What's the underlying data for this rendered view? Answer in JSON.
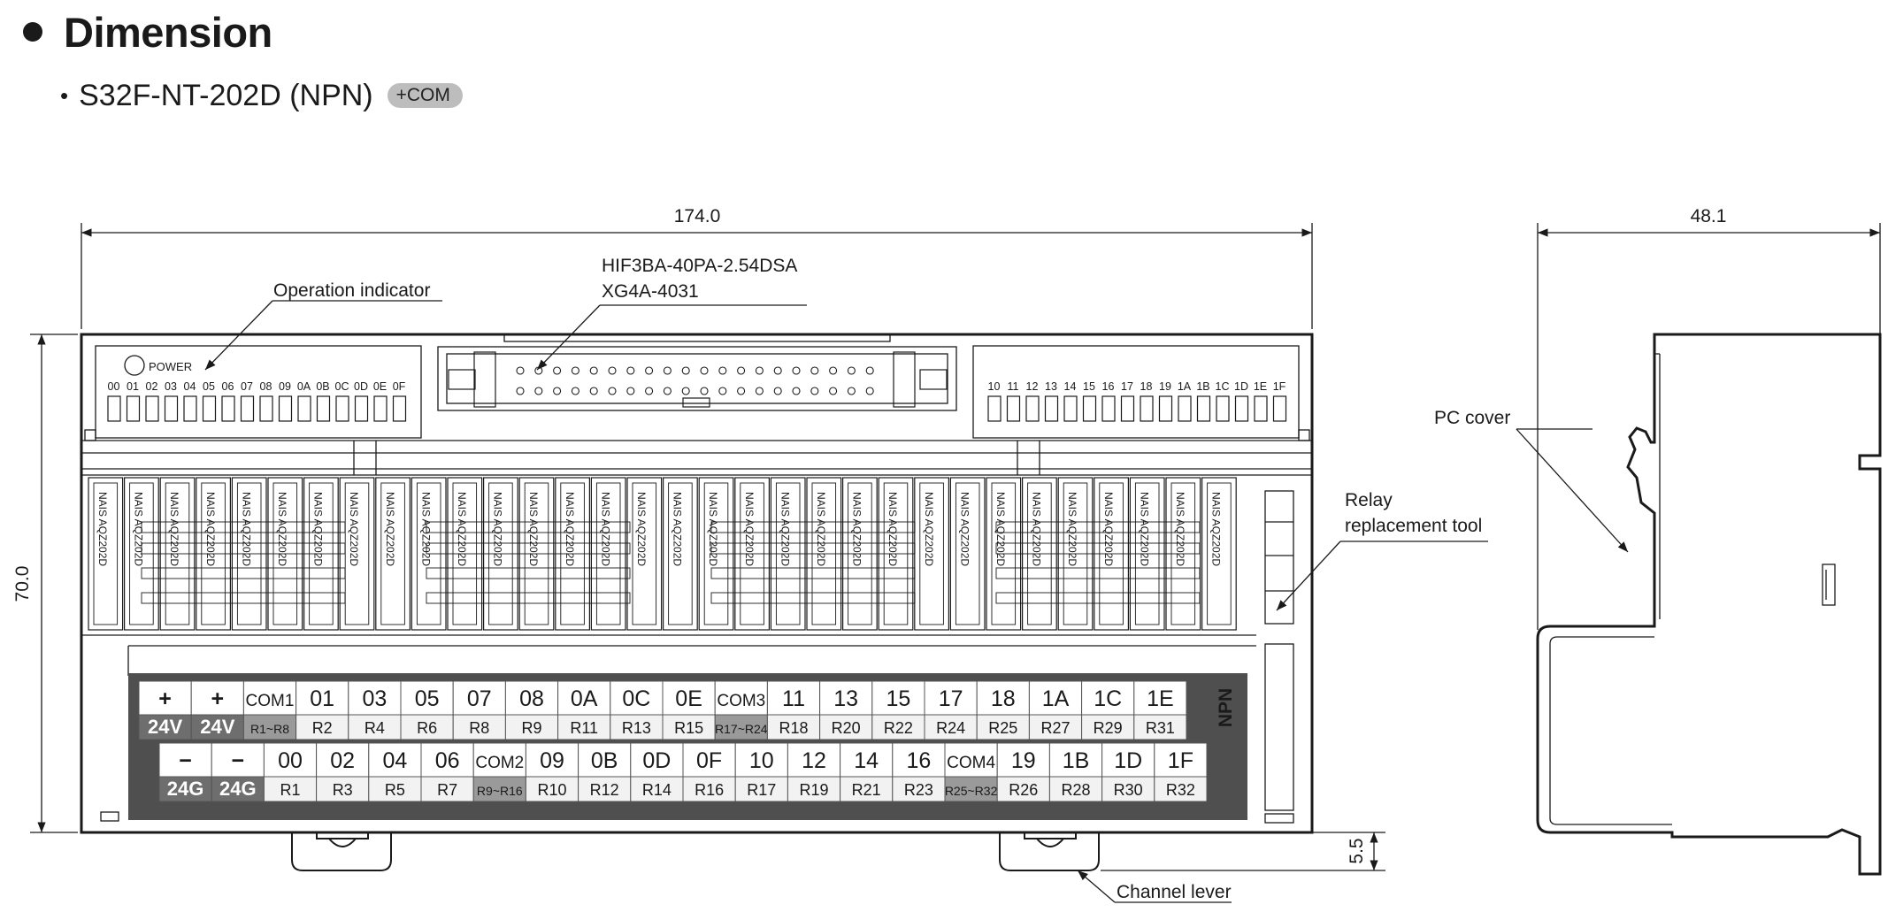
{
  "heading": {
    "title": "Dimension"
  },
  "subheading": {
    "bullet": "•",
    "model": "S32F-NT-202D (NPN)",
    "badge": "+COM"
  },
  "dimensions": {
    "width": "174.0",
    "height": "70.0",
    "depth": "48.1",
    "lever_offset": "5.5"
  },
  "callouts": {
    "operation_indicator": "Operation indicator",
    "connector_line1": "HIF3BA-40PA-2.54DSA",
    "connector_line2": "XG4A-4031",
    "pc_cover": "PC cover",
    "relay_tool_line1": "Relay",
    "relay_tool_line2": "replacement tool",
    "channel_lever": "Channel lever"
  },
  "indicators": {
    "power_label": "POWER",
    "left_channels": [
      "00",
      "01",
      "02",
      "03",
      "04",
      "05",
      "06",
      "07",
      "08",
      "09",
      "0A",
      "0B",
      "0C",
      "0D",
      "0E",
      "0F"
    ],
    "right_channels": [
      "10",
      "11",
      "12",
      "13",
      "14",
      "15",
      "16",
      "17",
      "18",
      "19",
      "1A",
      "1B",
      "1C",
      "1D",
      "1E",
      "1F"
    ]
  },
  "relay_label": "NAIS AQZ202D",
  "npn_label": "NPN",
  "terminal_block": {
    "top_row": [
      {
        "top": "+",
        "bottom": "24V",
        "type": "power"
      },
      {
        "top": "+",
        "bottom": "24V",
        "type": "power"
      },
      {
        "top": "COM1",
        "bottom": "R1~R8",
        "type": "com"
      },
      {
        "top": "01",
        "bottom": "R2"
      },
      {
        "top": "03",
        "bottom": "R4"
      },
      {
        "top": "05",
        "bottom": "R6"
      },
      {
        "top": "07",
        "bottom": "R8"
      },
      {
        "top": "08",
        "bottom": "R9"
      },
      {
        "top": "0A",
        "bottom": "R11"
      },
      {
        "top": "0C",
        "bottom": "R13"
      },
      {
        "top": "0E",
        "bottom": "R15"
      },
      {
        "top": "COM3",
        "bottom": "R17~R24",
        "type": "com"
      },
      {
        "top": "11",
        "bottom": "R18"
      },
      {
        "top": "13",
        "bottom": "R20"
      },
      {
        "top": "15",
        "bottom": "R22"
      },
      {
        "top": "17",
        "bottom": "R24"
      },
      {
        "top": "18",
        "bottom": "R25"
      },
      {
        "top": "1A",
        "bottom": "R27"
      },
      {
        "top": "1C",
        "bottom": "R29"
      },
      {
        "top": "1E",
        "bottom": "R31"
      }
    ],
    "bottom_row": [
      {
        "top": "−",
        "bottom": "24G",
        "type": "power"
      },
      {
        "top": "−",
        "bottom": "24G",
        "type": "power"
      },
      {
        "top": "00",
        "bottom": "R1"
      },
      {
        "top": "02",
        "bottom": "R3"
      },
      {
        "top": "04",
        "bottom": "R5"
      },
      {
        "top": "06",
        "bottom": "R7"
      },
      {
        "top": "COM2",
        "bottom": "R9~R16",
        "type": "com"
      },
      {
        "top": "09",
        "bottom": "R10"
      },
      {
        "top": "0B",
        "bottom": "R12"
      },
      {
        "top": "0D",
        "bottom": "R14"
      },
      {
        "top": "0F",
        "bottom": "R16"
      },
      {
        "top": "10",
        "bottom": "R17"
      },
      {
        "top": "12",
        "bottom": "R19"
      },
      {
        "top": "14",
        "bottom": "R21"
      },
      {
        "top": "16",
        "bottom": "R23"
      },
      {
        "top": "COM4",
        "bottom": "R25~R32",
        "type": "com"
      },
      {
        "top": "19",
        "bottom": "R26"
      },
      {
        "top": "1B",
        "bottom": "R28"
      },
      {
        "top": "1D",
        "bottom": "R30"
      },
      {
        "top": "1F",
        "bottom": "R32"
      }
    ]
  },
  "colors": {
    "ink": "#1a1a1a",
    "frame": "#555555",
    "power_cell": "#6e6e6e",
    "com_cell": "#9a9a9a",
    "badge": "#bdbdbd"
  }
}
